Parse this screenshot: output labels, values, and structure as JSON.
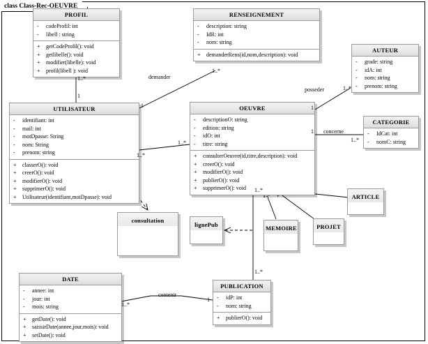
{
  "diagram": {
    "frame_label": "class Class-Rec-OEUVRE",
    "kind": "uml-class-diagram",
    "colors": {
      "header_fill": "#e9e9e9",
      "body_fill": "#ffffff",
      "border": "#9a9a9a",
      "line": "#000000",
      "frame": "#000000"
    }
  },
  "classes": {
    "profil": {
      "name": "PROFIL",
      "attributes": [
        {
          "vis": "-",
          "sig": "codeProfil: int"
        },
        {
          "vis": "-",
          "sig": "libell : string"
        }
      ],
      "operations": [
        {
          "vis": "+",
          "sig": "getCodeProfil(): void"
        },
        {
          "vis": "+",
          "sig": "getlibelle(): void"
        },
        {
          "vis": "+",
          "sig": "modifier(libelle): void"
        },
        {
          "vis": "+",
          "sig": "profil(libell ): void"
        }
      ]
    },
    "renseignement": {
      "name": "RENSEIGNEMENT",
      "attributes": [
        {
          "vis": "-",
          "sig": "description: string"
        },
        {
          "vis": "-",
          "sig": "IdR: int"
        },
        {
          "vis": "-",
          "sig": "nom: string"
        }
      ],
      "operations": [
        {
          "vis": "+",
          "sig": "demanderRens(id,nom,description): void"
        }
      ]
    },
    "auteur": {
      "name": "AUTEUR",
      "attributes": [
        {
          "vis": "-",
          "sig": "grade: string"
        },
        {
          "vis": "-",
          "sig": "idA: int"
        },
        {
          "vis": "-",
          "sig": "nom: string"
        },
        {
          "vis": "-",
          "sig": "prenom: string"
        }
      ],
      "operations": []
    },
    "utilisateur": {
      "name": "UTILISATEUR",
      "attributes": [
        {
          "vis": "-",
          "sig": "identifiant: int"
        },
        {
          "vis": "-",
          "sig": "mail: int"
        },
        {
          "vis": "-",
          "sig": "motDpasse: String"
        },
        {
          "vis": "-",
          "sig": "nom: String"
        },
        {
          "vis": "-",
          "sig": "prenom: string"
        }
      ],
      "operations": [
        {
          "vis": "+",
          "sig": "classerO(): void"
        },
        {
          "vis": "+",
          "sig": "creerO(): void"
        },
        {
          "vis": "+",
          "sig": "modifierO(): void"
        },
        {
          "vis": "+",
          "sig": "supprimerO(): void"
        },
        {
          "vis": "+",
          "sig": "Utilisateur(identifiant,motDpasse): void"
        }
      ]
    },
    "oeuvre": {
      "name": "OEUVRE",
      "attributes": [
        {
          "vis": "-",
          "sig": "descriptionO: string"
        },
        {
          "vis": "-",
          "sig": "edition: string"
        },
        {
          "vis": "-",
          "sig": "idO: int"
        },
        {
          "vis": "-",
          "sig": "titre: string"
        }
      ],
      "operations": [
        {
          "vis": "+",
          "sig": "consulterOeuvre(id,titre,description): void"
        },
        {
          "vis": "+",
          "sig": "creerO(): void"
        },
        {
          "vis": "+",
          "sig": "modifierO(): void"
        },
        {
          "vis": "+",
          "sig": "publierO(): void"
        },
        {
          "vis": "+",
          "sig": "supprimerO(): void"
        }
      ]
    },
    "categorie": {
      "name": "CATEGORIE",
      "attributes": [
        {
          "vis": "-",
          "sig": "IdCat: int"
        },
        {
          "vis": "-",
          "sig": "nomC: string"
        }
      ],
      "operations": []
    },
    "date": {
      "name": "DATE",
      "attributes": [
        {
          "vis": "-",
          "sig": "annee: int"
        },
        {
          "vis": "-",
          "sig": "jour: int"
        },
        {
          "vis": "-",
          "sig": "mois: string"
        }
      ],
      "operations": [
        {
          "vis": "+",
          "sig": "getDate(): void"
        },
        {
          "vis": "+",
          "sig": "saissirDate(annee,jour,mois): void"
        },
        {
          "vis": "+",
          "sig": "setDate(): void"
        }
      ]
    },
    "publication": {
      "name": "PUBLICATION",
      "attributes": [
        {
          "vis": "-",
          "sig": "idP: int"
        },
        {
          "vis": "-",
          "sig": "nom: string"
        }
      ],
      "operations": [
        {
          "vis": "+",
          "sig": "publierO(): void"
        }
      ]
    },
    "consultation": {
      "name": "consultation",
      "attributes": [],
      "operations": []
    },
    "lignepub": {
      "name": "lignePub",
      "attributes": [],
      "operations": []
    },
    "article": {
      "name": "ARTICLE",
      "attributes": [],
      "operations": []
    },
    "memoire": {
      "name": "MEMOIRE",
      "attributes": [],
      "operations": []
    },
    "projet": {
      "name": "PROJET",
      "attributes": [],
      "operations": []
    }
  },
  "associations": [
    {
      "id": "demander",
      "label": "demander",
      "from": "UTILISATEUR",
      "to": "RENSEIGNEMENT",
      "from_mult": "1",
      "to_mult": "1..*"
    },
    {
      "id": "posseder",
      "label": "posseder",
      "from": "OEUVRE",
      "to": "AUTEUR",
      "from_mult": "",
      "to_mult": "1..*"
    },
    {
      "id": "concerne",
      "label": "concerne",
      "from": "OEUVRE",
      "to": "CATEGORIE",
      "from_mult": "1",
      "to_mult": "1..*"
    },
    {
      "id": "contenir",
      "label": "contenir",
      "from": "DATE",
      "to": "PUBLICATION",
      "from_mult": "1..*",
      "to_mult": "1"
    },
    {
      "id": "util-oeuvre",
      "label": "",
      "from": "UTILISATEUR",
      "to": "OEUVRE",
      "from_mult": "1..*",
      "to_mult": "1..*"
    },
    {
      "id": "profil-util",
      "label": "",
      "from": "PROFIL",
      "to": "UTILISATEUR",
      "from_mult": "1..*",
      "to_mult": "1"
    },
    {
      "id": "oeuvre-publication",
      "label": "",
      "from": "OEUVRE",
      "to": "PUBLICATION",
      "from_mult": "1..*",
      "to_mult": "1..*"
    }
  ],
  "generalizations": [
    {
      "sub": "ARTICLE",
      "super": "OEUVRE"
    },
    {
      "sub": "MEMOIRE",
      "super": "OEUVRE"
    },
    {
      "sub": "PROJET",
      "super": "OEUVRE"
    }
  ],
  "dependencies": [
    {
      "from": "UTILISATEUR",
      "to": "consultation"
    },
    {
      "from": "OEUVRE",
      "to": "lignePub"
    }
  ],
  "multiplicity_labels": {
    "profil_bottom": "1..*",
    "utilisateur_top": "1",
    "utilisateur_right_demander": "1",
    "utilisateur_right_oeuvre": "1..*",
    "renseignement_bottom": "1..*",
    "oeuvre_left": "1..*",
    "oeuvre_right_posseder": "1",
    "oeuvre_right_concerne": "1",
    "oeuvre_bottom_gen": "1..*",
    "oeuvre_bottom_pub": "1..*",
    "auteur_left": "1..*",
    "categorie_left": "1..*",
    "date_right": "1..*",
    "publication_left": "1",
    "publication_top": "1..*"
  }
}
